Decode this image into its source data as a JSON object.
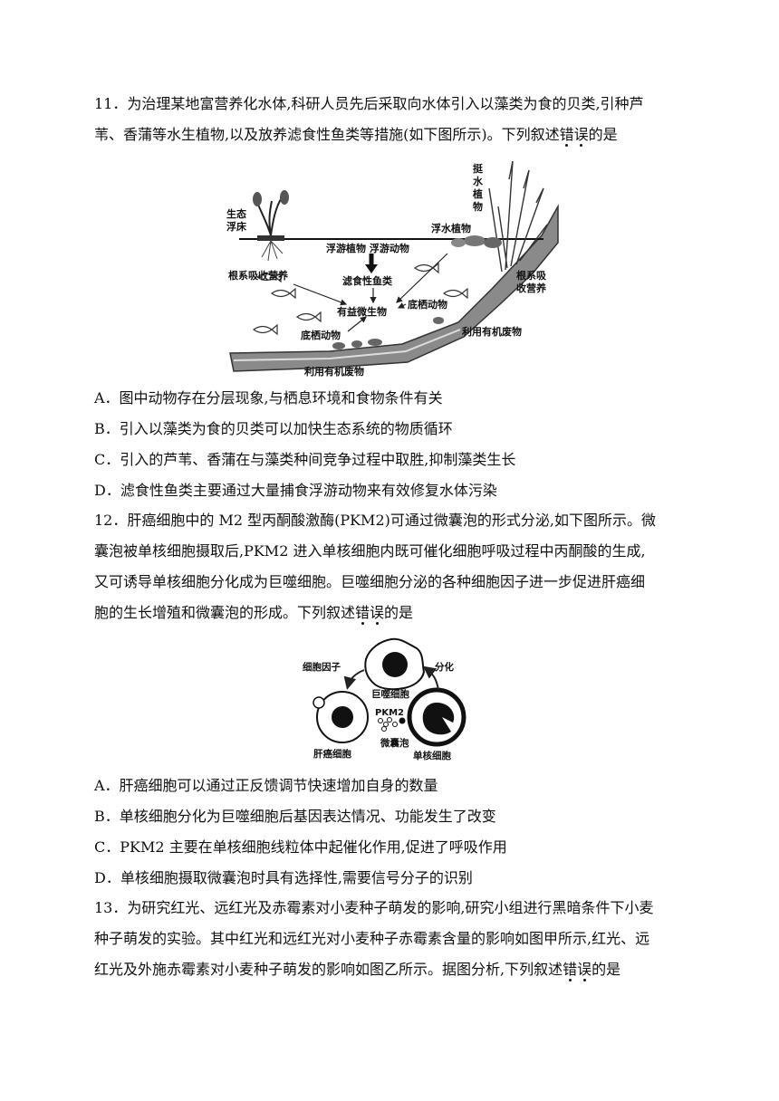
{
  "q11": {
    "line1": "11．为治理某地富营养化水体,科研人员先后采取向水体引入以藻类为食的贝类,引种芦",
    "line2_pre": "苇、香蒲等水生植物,以及放养滤食性鱼类等措施(如下图所示)。下列叙述",
    "line2_em1": "错",
    "line2_em2": "误",
    "line2_post": "的是",
    "figure": {
      "label_ting": "挺",
      "label_shui": "水",
      "label_zhi": "植",
      "label_wu": "物",
      "label_shengtai": "生态",
      "label_fuchuang": "浮床",
      "label_fushui": "浮水植物",
      "label_fuyou": "浮游植物 浮游动物",
      "label_lvshi": "滤食性鱼类",
      "label_genxi_left": "根系吸收营养",
      "label_genxi_right1": "根系吸",
      "label_genxi_right2": "收营养",
      "label_youyi": "有益微生物",
      "label_diqi_right": "底栖动物",
      "label_diqi_left": "底栖动物",
      "label_liyong_right": "利用有机废物",
      "label_liyong_bottom": "利用有机废物"
    },
    "options": [
      "A．图中动物存在分层现象,与栖息环境和食物条件有关",
      "B．引入以藻类为食的贝类可以加快生态系统的物质循环",
      "C．引入的芦苇、香蒲在与藻类种间竞争过程中取胜,抑制藻类生长",
      "D．滤食性鱼类主要通过大量捕食浮游动物来有效修复水体污染"
    ]
  },
  "q12": {
    "line1": "12．肝癌细胞中的 M2 型丙酮酸激酶(PKM2)可通过微囊泡的形式分泌,如下图所示。微",
    "line2": "囊泡被单核细胞摄取后,PKM2 进入单核细胞内既可催化细胞呼吸过程中丙酮酸的生成,",
    "line3": "又可诱导单核细胞分化成为巨噬细胞。巨噬细胞分泌的各种细胞因子进一步促进肝癌细",
    "line4_pre": "胞的生长增殖和微囊泡的形成。下列叙述",
    "line4_em1": "错",
    "line4_em2": "误",
    "line4_post": "的是",
    "figure": {
      "label_yinzi": "细胞因子",
      "label_fenhua": "分化",
      "label_jushi": "巨噬细胞",
      "label_pkm2": "PKM2",
      "label_weinang": "微囊泡",
      "label_ganai": "肝癌细胞",
      "label_danhe": "单核细胞"
    },
    "options": [
      "A．肝癌细胞可以通过正反馈调节快速增加自身的数量",
      "B．单核细胞分化为巨噬细胞后基因表达情况、功能发生了改变",
      "C．PKM2 主要在单核细胞线粒体中起催化作用,促进了呼吸作用",
      "D．单核细胞摄取微囊泡时具有选择性,需要信号分子的识别"
    ]
  },
  "q13": {
    "line1": "13．为研究红光、远红光及赤霉素对小麦种子萌发的影响,研究小组进行黑暗条件下小麦",
    "line2": "种子萌发的实验。其中红光和远红光对小麦种子赤霉素含量的影响如图甲所示,红光、远",
    "line3_pre": "红光及外施赤霉素对小麦种子萌发的影响如图乙所示。据图分析,下列叙述",
    "line3_em1": "错",
    "line3_em2": "误",
    "line3_post": "的是"
  }
}
